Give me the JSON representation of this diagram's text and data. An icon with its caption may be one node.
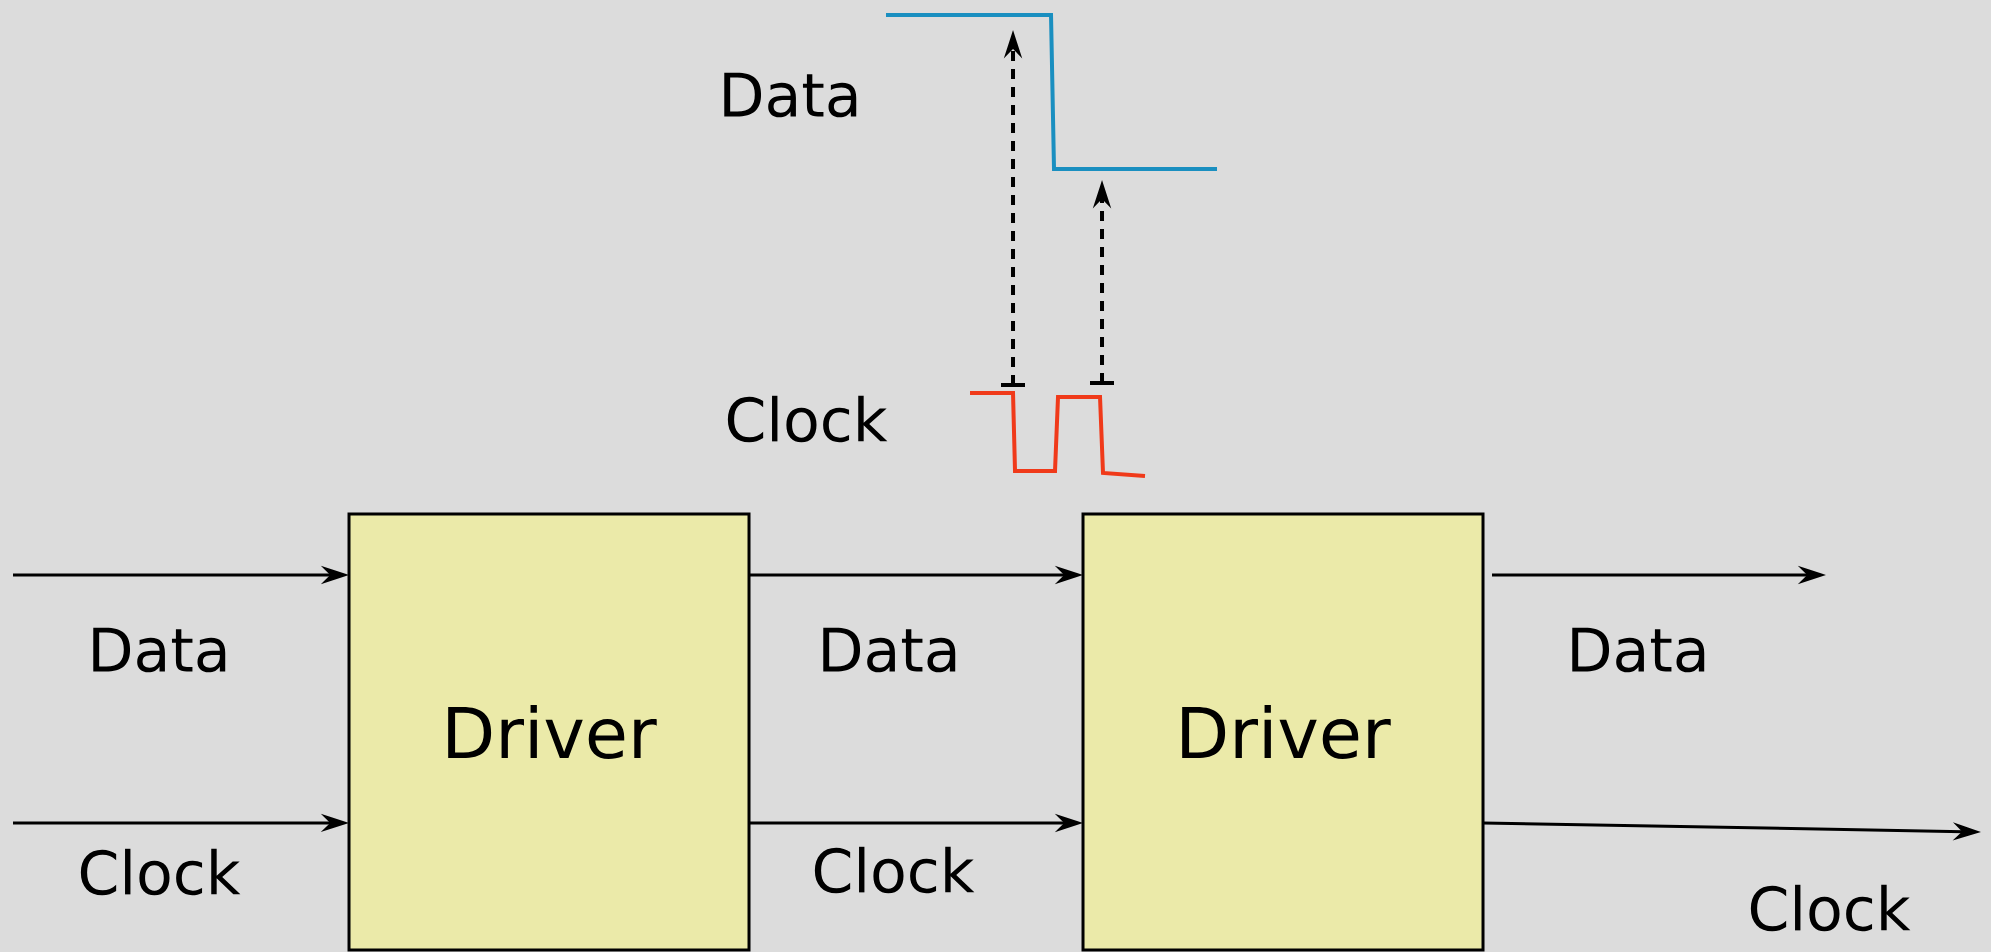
{
  "diagram": {
    "nodes": [
      {
        "text": [
          "Driver"
        ]
      },
      {
        "text": [
          "Driver"
        ]
      },
      {
        "text": [],
        "shape": "picture",
        "beside": [
          "Data"
        ]
      },
      {
        "text": [],
        "shape": "picture",
        "beside": [
          "Clock"
        ]
      }
    ],
    "edges": [
      {
        "from": null,
        "to": 0,
        "arrow": "to",
        "label": "Data"
      },
      {
        "from": null,
        "to": 0,
        "arrow": "to",
        "label": "Clock"
      },
      {
        "from": 0,
        "to": 1,
        "arrow": "to",
        "label": "Data"
      },
      {
        "from": 0,
        "to": 1,
        "arrow": "to",
        "label": "Clock"
      },
      {
        "from": 1,
        "to": null,
        "arrow": "to",
        "label": "Data"
      },
      {
        "from": 1,
        "to": null,
        "arrow": "to",
        "label": "Clock"
      },
      {
        "from": 3,
        "to": 2,
        "arrow": "to",
        "style": "dashed"
      },
      {
        "from": 3,
        "to": 2,
        "arrow": "to",
        "style": "dashed"
      }
    ]
  }
}
